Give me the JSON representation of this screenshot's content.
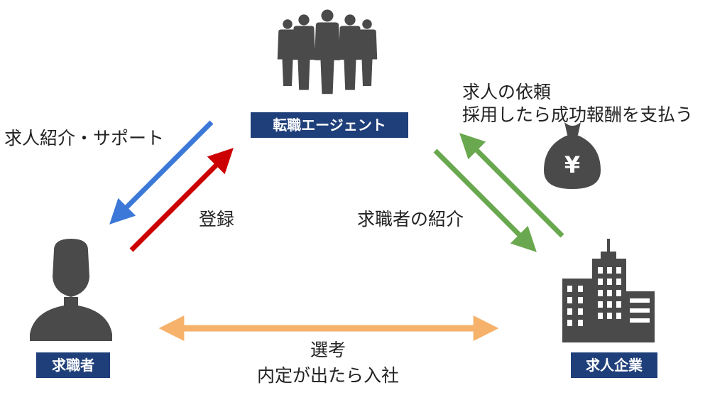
{
  "nodes": {
    "agent": {
      "label": "転職エージェント",
      "icon": "business-group-icon"
    },
    "seeker": {
      "label": "求職者",
      "icon": "person-icon"
    },
    "company": {
      "label": "求人企業",
      "icon": "office-building-icon"
    }
  },
  "edges": {
    "agent_to_seeker": "求人紹介・サポート",
    "seeker_to_agent": "登録",
    "agent_to_company": "求職者の紹介",
    "company_to_agent": [
      "求人の依頼",
      "採用したら成功報酬を支払う"
    ],
    "seeker_company": [
      "選考",
      "内定が出たら入社"
    ]
  },
  "icons": {
    "money_bag": "money-bag-icon",
    "yen_symbol": "¥"
  },
  "colors": {
    "badge": "#1f3f7a",
    "icon": "#4a4a4a",
    "blue_arrow": "#3c78d8",
    "red_arrow": "#cc0000",
    "green_arrow": "#6aa84f",
    "orange_arrow": "#f6b26b"
  }
}
